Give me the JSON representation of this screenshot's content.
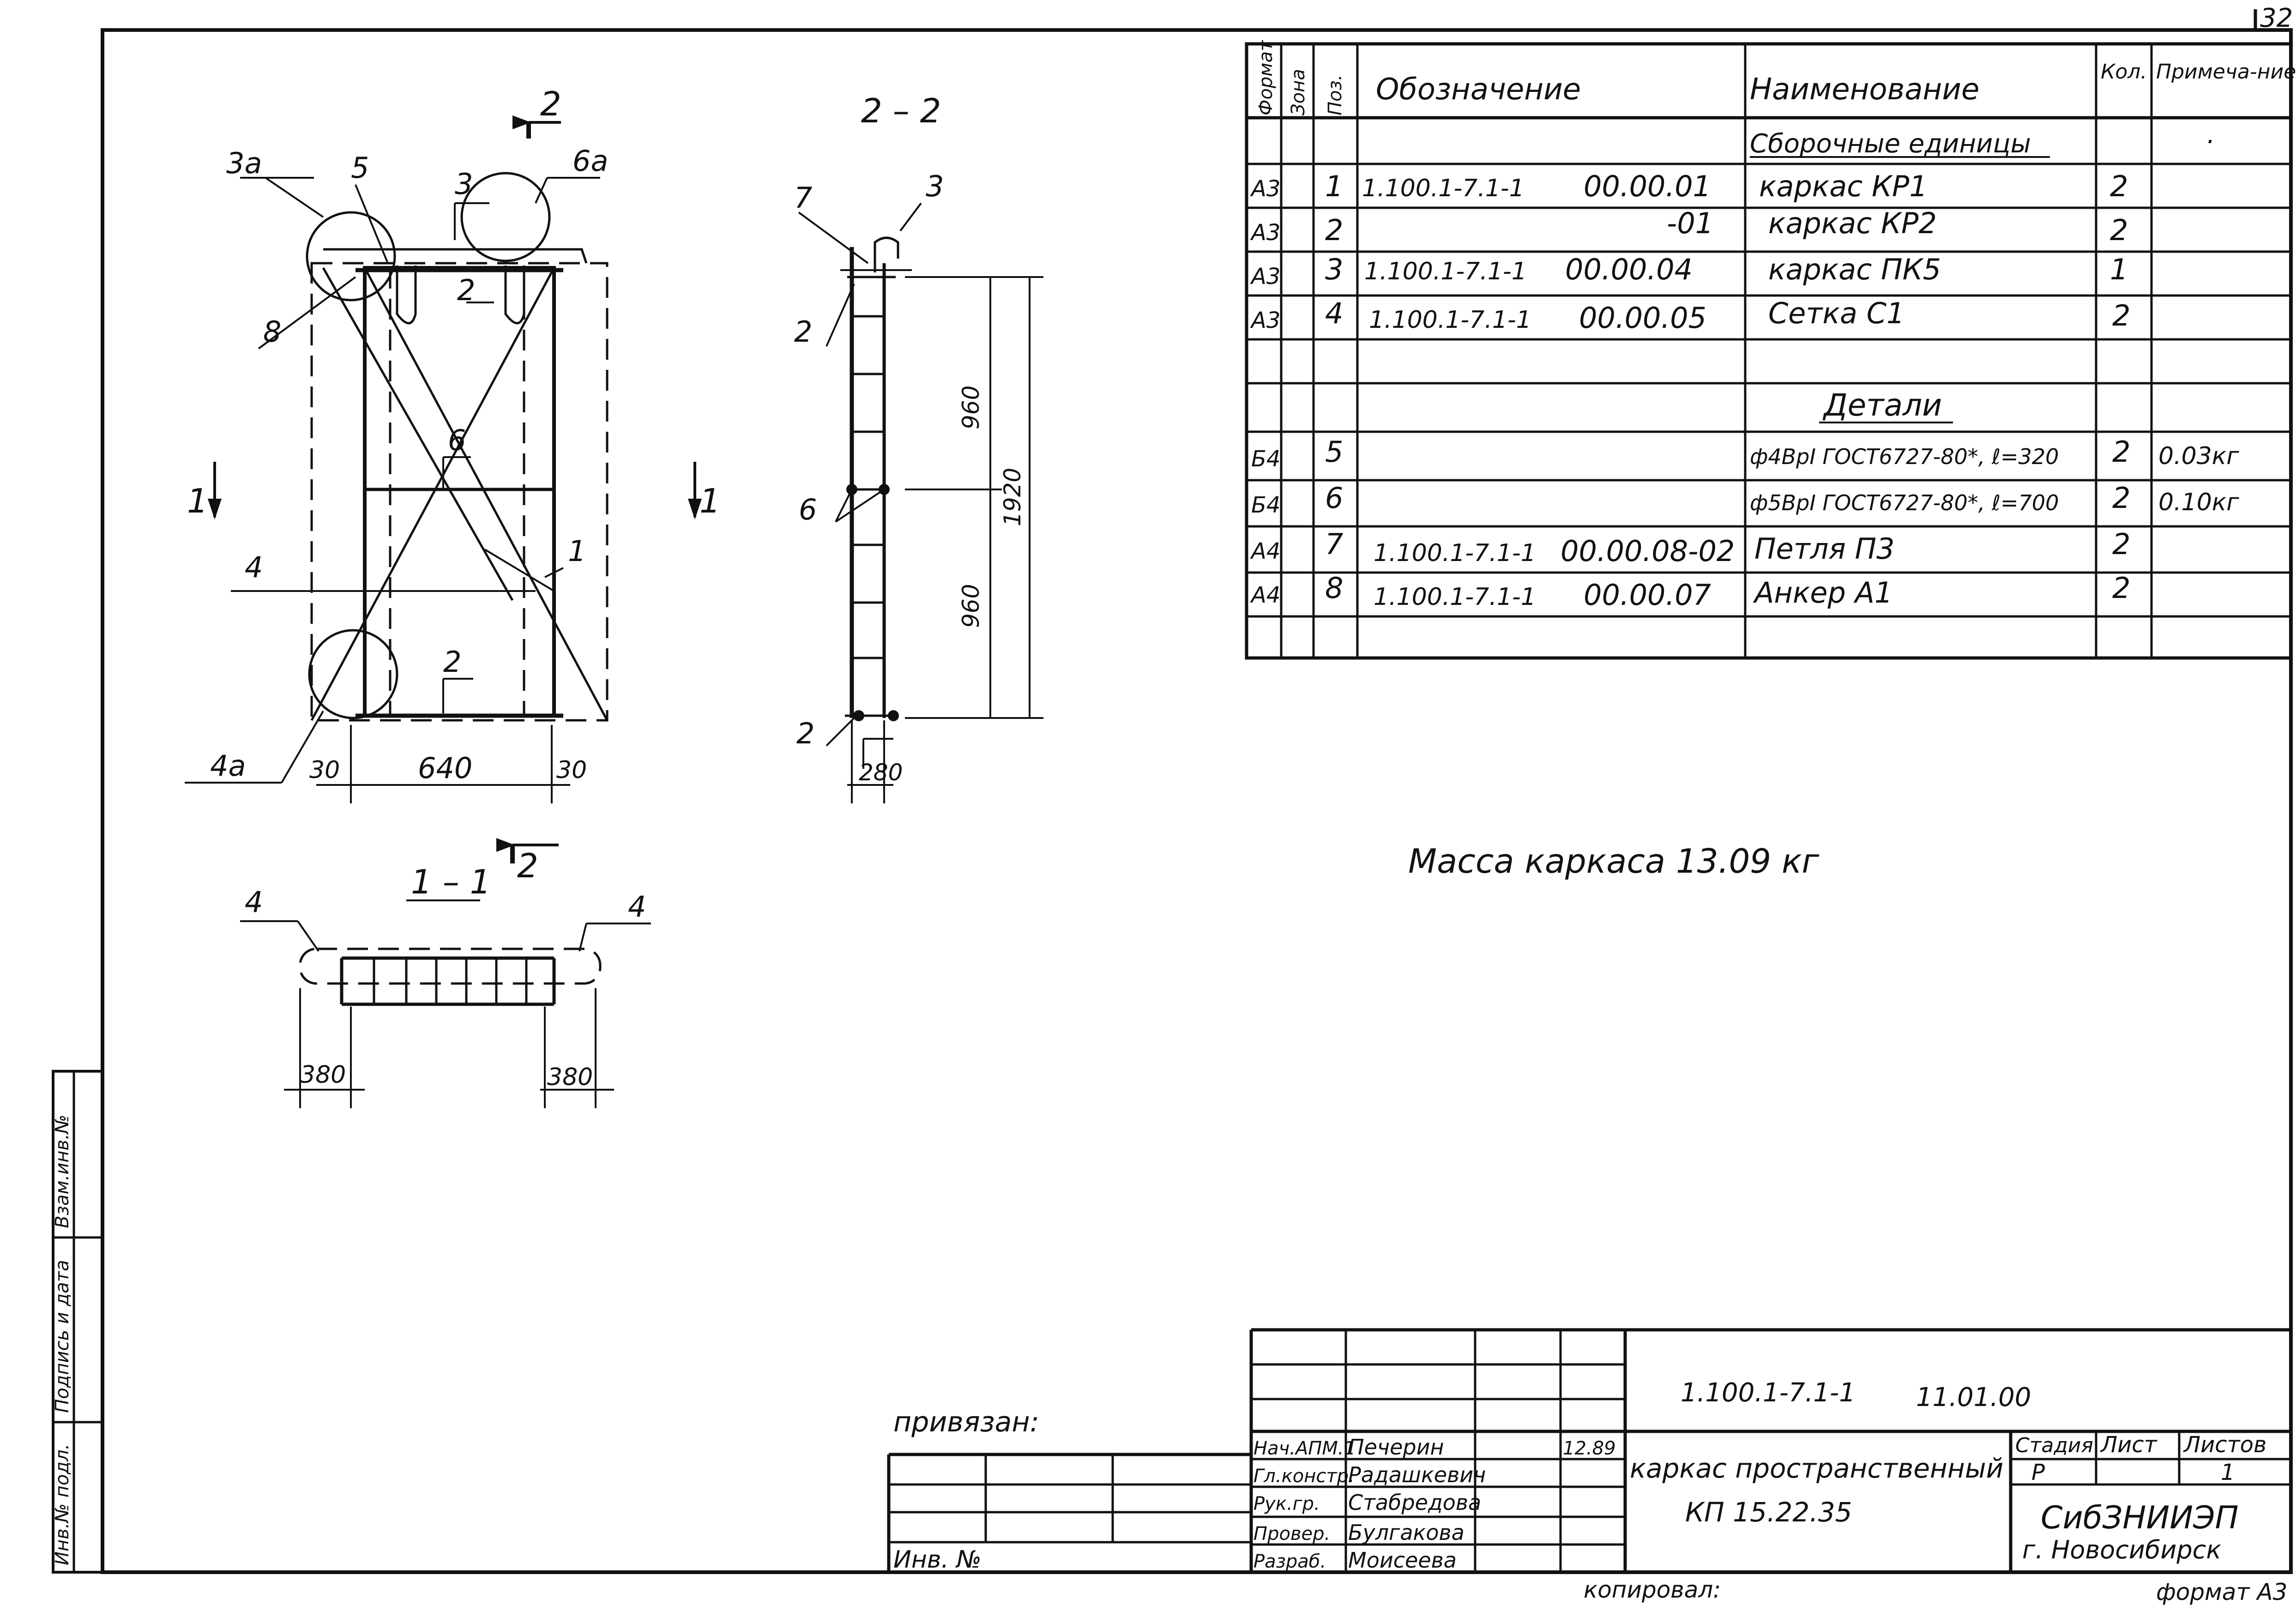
{
  "sheet_number": "32",
  "spec": {
    "headers": [
      "Формат",
      "Зона",
      "Поз.",
      "Обозначение",
      "Наименование",
      "Кол.",
      "Примеча-ние"
    ],
    "rows": [
      {
        "fmt": "",
        "zone": "",
        "pos": "",
        "des": "",
        "code": "",
        "name": "Сборочные единицы",
        "qty": "",
        "note": "."
      },
      {
        "fmt": "А3",
        "zone": "",
        "pos": "1",
        "des": "1.100.1-7.1-1",
        "code": "00.00.01",
        "name": "каркас КР1",
        "qty": "2",
        "note": ""
      },
      {
        "fmt": "А3",
        "zone": "",
        "pos": "2",
        "des": "",
        "code": "-01",
        "name": "каркас КР2",
        "qty": "2",
        "note": ""
      },
      {
        "fmt": "А3",
        "zone": "",
        "pos": "3",
        "des": "1.100.1-7.1-1",
        "code": "00.00.04",
        "name": "каркас ПК5",
        "qty": "1",
        "note": ""
      },
      {
        "fmt": "А3",
        "zone": "",
        "pos": "4",
        "des": "1.100.1-7.1-1",
        "code": "00.00.05",
        "name": "Сетка С1",
        "qty": "2",
        "note": ""
      },
      {
        "fmt": "",
        "zone": "",
        "pos": "",
        "des": "",
        "code": "",
        "name": "",
        "qty": "",
        "note": ""
      },
      {
        "fmt": "",
        "zone": "",
        "pos": "",
        "des": "",
        "code": "",
        "name": "Детали",
        "qty": "",
        "note": ""
      },
      {
        "fmt": "Б4",
        "zone": "",
        "pos": "5",
        "des": "",
        "code": "",
        "name": "ф4ВрI ГОСТ6727-80*, ℓ=320",
        "qty": "2",
        "note": "0.03кг"
      },
      {
        "fmt": "Б4",
        "zone": "",
        "pos": "6",
        "des": "",
        "code": "",
        "name": "ф5ВрI ГОСТ6727-80*, ℓ=700",
        "qty": "2",
        "note": "0.10кг"
      },
      {
        "fmt": "А4",
        "zone": "",
        "pos": "7",
        "des": "1.100.1-7.1-1",
        "code": "00.00.08-02",
        "name": "Петля П3",
        "qty": "2",
        "note": ""
      },
      {
        "fmt": "А4",
        "zone": "",
        "pos": "8",
        "des": "1.100.1-7.1-1",
        "code": "00.00.07",
        "name": "Анкер А1",
        "qty": "2",
        "note": ""
      },
      {
        "fmt": "",
        "zone": "",
        "pos": "",
        "des": "",
        "code": "",
        "name": "",
        "qty": "",
        "note": ""
      }
    ]
  },
  "mass_note": "Масса каркаса 13.09 кг",
  "views": {
    "front": {
      "section_mark": "2",
      "side_mark": "1",
      "callouts": [
        "3а",
        "5",
        "3",
        "6а",
        "8",
        "2",
        "6",
        "4",
        "1",
        "2",
        "4а"
      ],
      "dims": [
        "30",
        "640",
        "30"
      ]
    },
    "section_2_2": {
      "title": "2 – 2",
      "callouts": [
        "7",
        "3",
        "2",
        "6",
        "2"
      ],
      "dims": [
        "960",
        "960",
        "1920",
        "280"
      ]
    },
    "section_1_1": {
      "title": "1 – 1",
      "callouts": [
        "4",
        "4"
      ],
      "dims": [
        "380",
        "380"
      ]
    }
  },
  "title_block": {
    "code": "1.100.1-7.1-1",
    "code_suffix": "11.01.00",
    "privyazan": "привязан:",
    "inv": "Инв. №",
    "roles": [
      "Нач.АПМ.1",
      "Гл.констр.",
      "Рук.гр.",
      "Провер.",
      "Разраб."
    ],
    "names": [
      "Печерин",
      "Радашкевич",
      "Стабредова",
      "Булгакова",
      "Моисеева"
    ],
    "date": "12.89",
    "title_line1": "каркас пространственный",
    "title_line2": "КП 15.22.35",
    "stage_label": "Стадия",
    "sheet_label": "Лист",
    "sheets_label": "Листов",
    "stage": "Р",
    "sheets": "1",
    "org1": "СибЗНИИЭП",
    "org2": "г. Новосибирск"
  },
  "side_stamp": [
    "Инв.№ подл.",
    "Подпись и дата",
    "Взам.инв.№"
  ],
  "footer": {
    "copied": "копировал:",
    "format": "формат А3"
  }
}
